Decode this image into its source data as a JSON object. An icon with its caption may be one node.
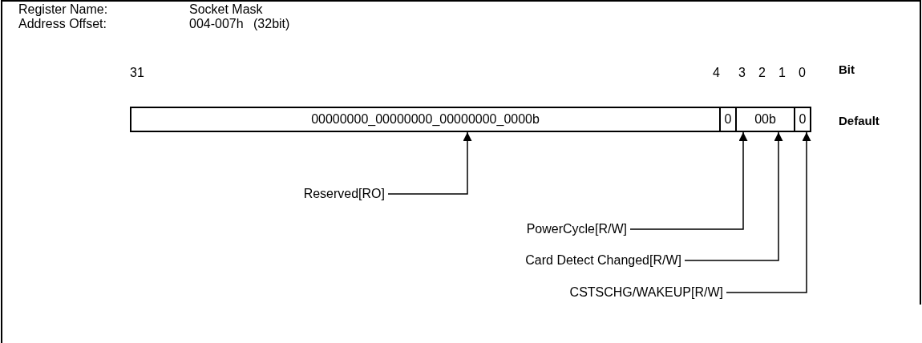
{
  "diagram": {
    "nodes": [
      {
        "text": [
          "00000000_00000000_00000000_0000b"
        ]
      },
      {
        "text": [
          "0"
        ]
      },
      {
        "text": [
          "00b"
        ]
      },
      {
        "text": [
          "0"
        ]
      },
      {
        "text": [
          "Reserved[RO]"
        ]
      },
      {
        "text": [
          "PowerCycle[R/W]"
        ]
      },
      {
        "text": [
          "Card Detect Changed[R/W]"
        ]
      },
      {
        "text": [
          "CSTSCHG/WAKEUP[R/W]"
        ]
      }
    ],
    "edges": [
      {
        "from": 4,
        "to": 0,
        "arrow": "to"
      },
      {
        "from": 5,
        "to": 1,
        "arrow": "to"
      },
      {
        "from": 6,
        "to": 2,
        "arrow": "to"
      },
      {
        "from": 7,
        "to": 3,
        "arrow": "to"
      }
    ],
    "labels": [
      "Register Name:",
      "Socket Mask",
      "Address Offset:",
      "004-007h",
      "(32bit)",
      "31",
      "4",
      "3",
      "2",
      "1",
      "0",
      "Bit",
      "Default"
    ]
  }
}
